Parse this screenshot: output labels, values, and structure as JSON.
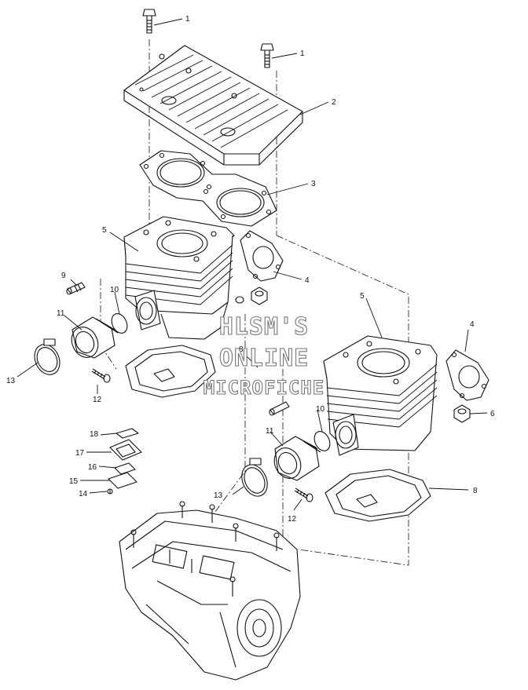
{
  "watermark": {
    "line1": "HLSM'S",
    "line2": "ONLINE",
    "line3": "MICROFICHE"
  },
  "callouts": {
    "c1a": "1",
    "c1b": "1",
    "c2": "2",
    "c3": "3",
    "c4a": "4",
    "c4b": "4",
    "c5a": "5",
    "c5b": "5",
    "c6": "6",
    "c8a": "8",
    "c8b": "8",
    "c9": "9",
    "c10a": "10",
    "c10b": "10",
    "c11a": "11",
    "c11b": "11",
    "c12a": "12",
    "c12b": "12",
    "c13a": "13",
    "c13b": "13",
    "c14": "14",
    "c15": "15",
    "c16": "16",
    "c17": "17",
    "c18": "18"
  }
}
